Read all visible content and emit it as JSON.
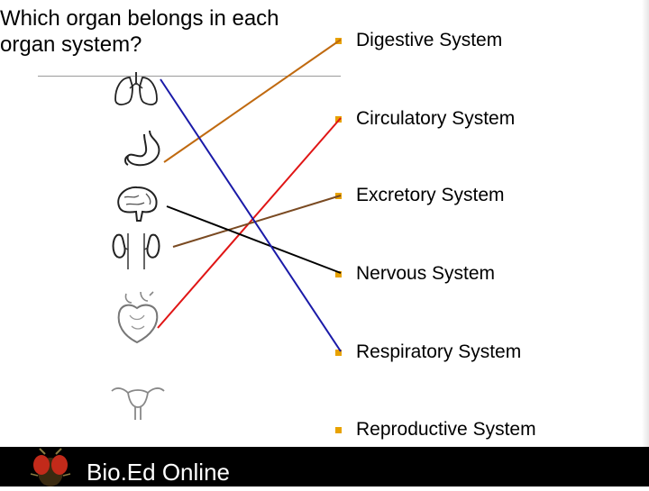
{
  "slide": {
    "title": "Which organ belongs in each\norgan system?",
    "footer_text": "Bio.Ed Online"
  },
  "systems": [
    {
      "label": "Digestive System"
    },
    {
      "label": "Circulatory System"
    },
    {
      "label": "Excretory System"
    },
    {
      "label": "Nervous System"
    },
    {
      "label": "Respiratory System"
    },
    {
      "label": "Reproductive System"
    }
  ],
  "organs": [
    {
      "name": "lungs",
      "icon": "lungs-icon"
    },
    {
      "name": "stomach",
      "icon": "stomach-icon"
    },
    {
      "name": "brain",
      "icon": "brain-icon"
    },
    {
      "name": "kidneys",
      "icon": "kidneys-icon"
    },
    {
      "name": "heart",
      "icon": "heart-icon"
    },
    {
      "name": "uterus",
      "icon": "uterus-icon"
    }
  ],
  "connections": [
    {
      "organ": "stomach",
      "system": "Digestive System",
      "color": "#c06a10"
    },
    {
      "organ": "heart",
      "system": "Circulatory System",
      "color": "#e01515"
    },
    {
      "organ": "kidneys",
      "system": "Excretory System",
      "color": "#7a4a22"
    },
    {
      "organ": "brain",
      "system": "Nervous System",
      "color": "#000000"
    },
    {
      "organ": "lungs",
      "system": "Respiratory System",
      "color": "#1a1aa8"
    }
  ],
  "colors": {
    "bullet": "#e8a200",
    "footer_bg": "#000000"
  }
}
